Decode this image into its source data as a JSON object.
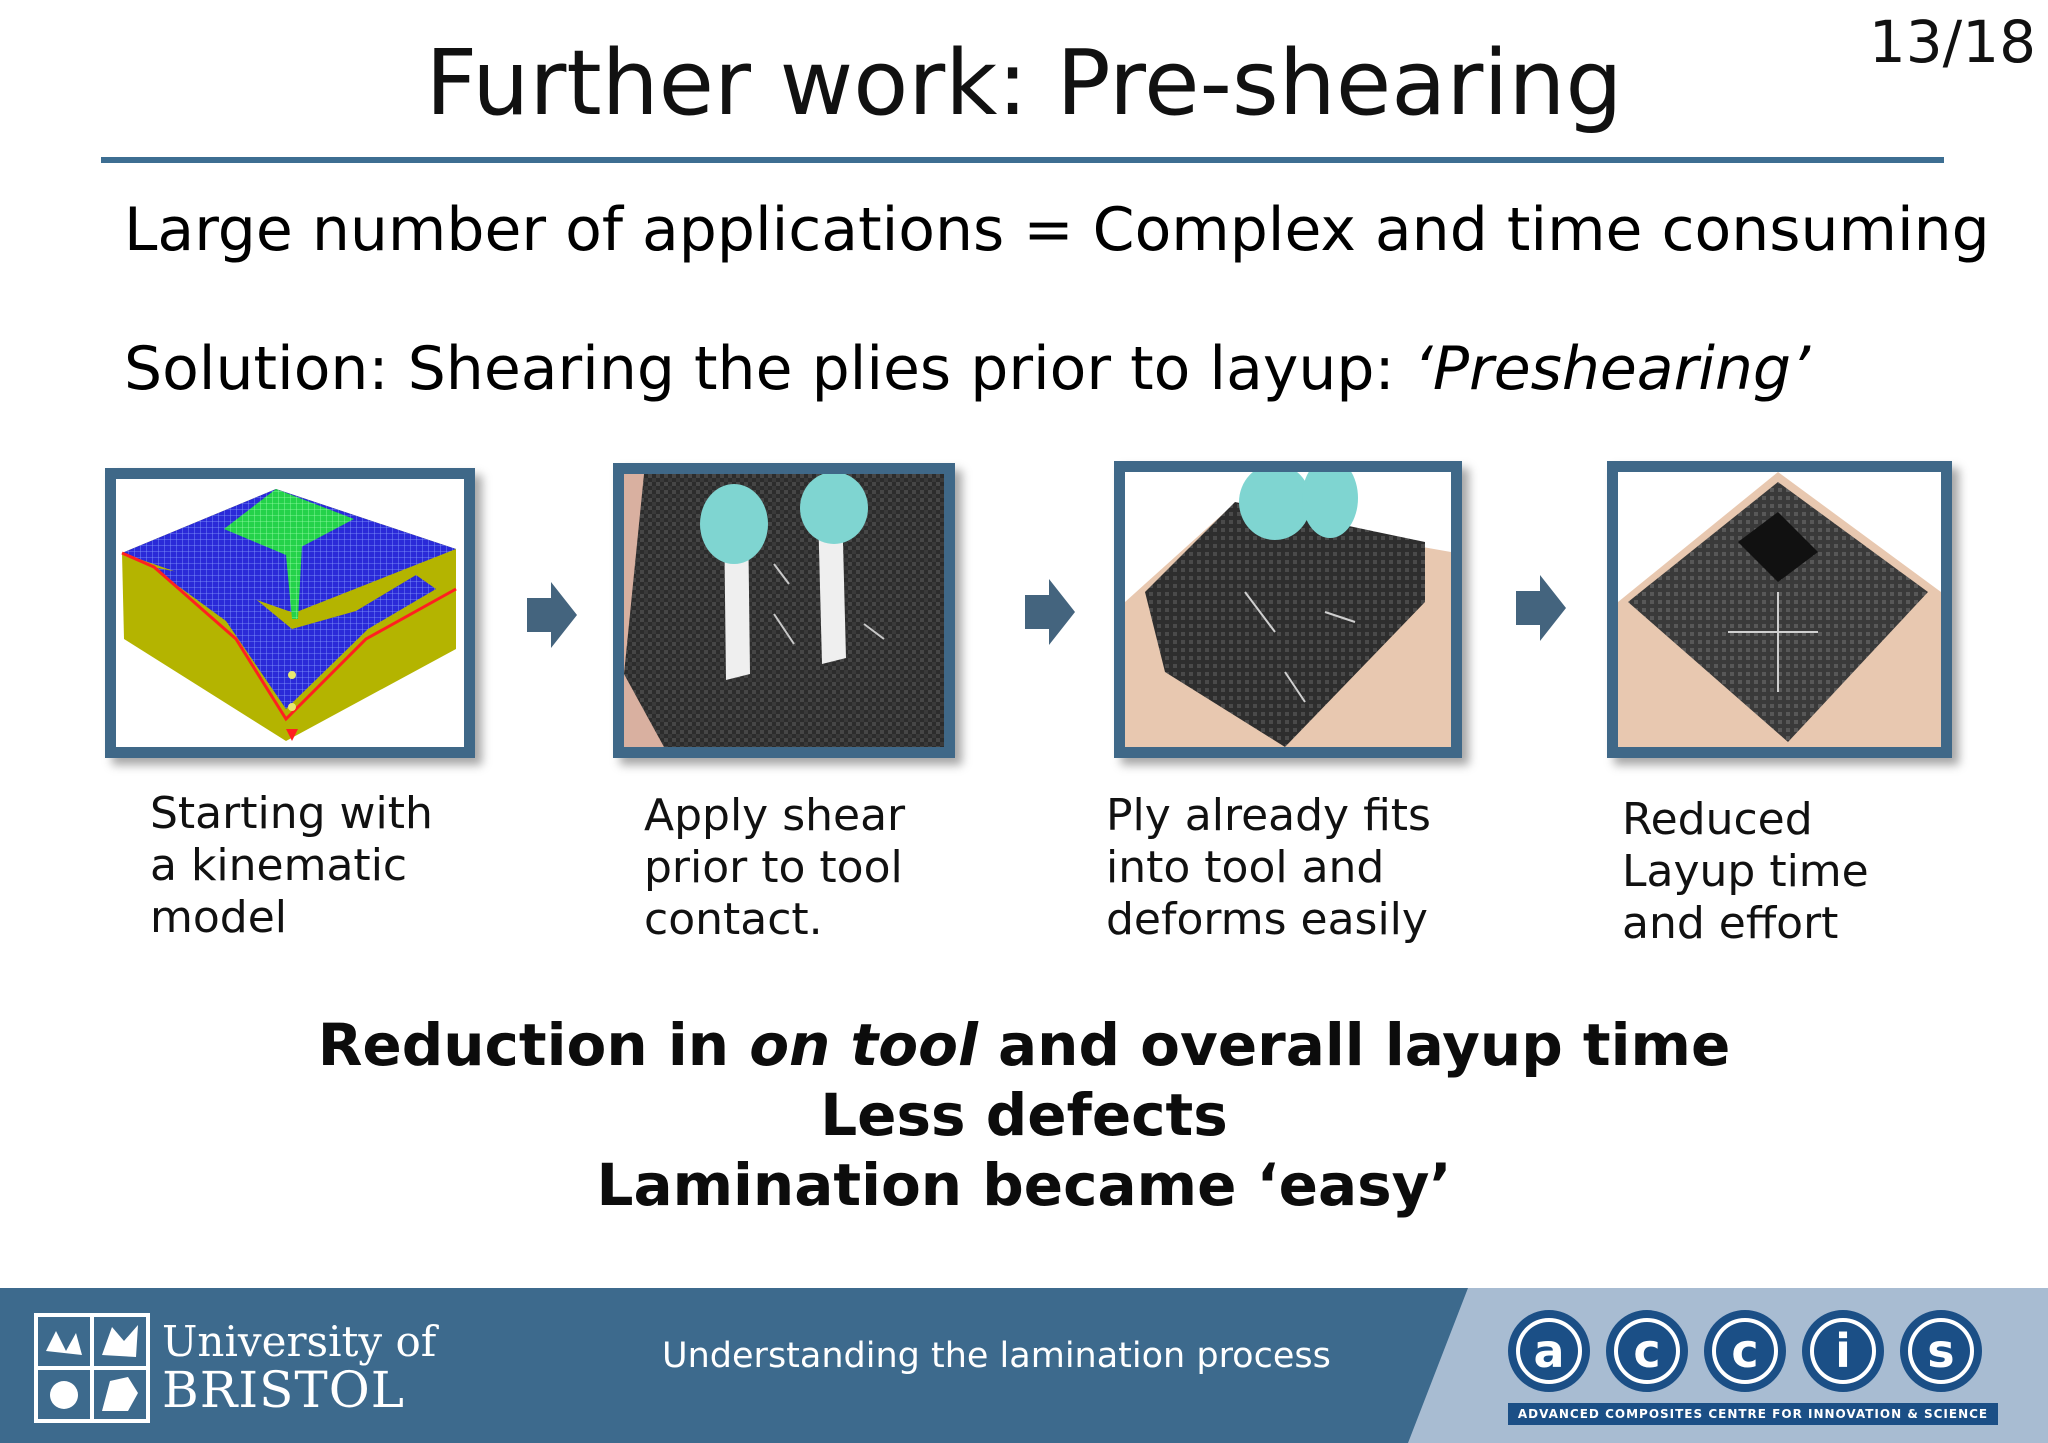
{
  "slide": {
    "title": "Further work: Pre-shearing",
    "page_number": "13/18"
  },
  "intro": {
    "line1": "Large number of applications = Complex and time consuming",
    "line2_prefix": "Solution: Shearing the plies prior to layup: ",
    "line2_emphasis": "‘Preshearing’"
  },
  "steps": [
    {
      "image_icon": "kinematic-model-drape-image",
      "caption_lines": [
        "Starting with",
        "a kinematic",
        "model"
      ]
    },
    {
      "image_icon": "hands-shearing-ply-image",
      "caption_lines": [
        "Apply shear",
        "prior to tool",
        "contact."
      ]
    },
    {
      "image_icon": "ply-on-tool-image",
      "caption_lines": [
        "Ply already fits",
        "into tool and",
        "deforms easily"
      ]
    },
    {
      "image_icon": "finished-layup-image",
      "caption_lines": [
        "Reduced",
        "Layup time",
        "and effort"
      ]
    }
  ],
  "arrow_icon": "right-arrow-icon",
  "conclusions": {
    "line1_prefix": "Reduction in ",
    "line1_emphasis": "on tool",
    "line1_suffix": " and overall layup time",
    "line2": "Less defects",
    "line3": "Lamination became ‘easy’"
  },
  "footer": {
    "university_line1": "University of",
    "university_line2": "BRISTOL",
    "center_text": "Understanding the lamination process",
    "accis_letters": [
      "a",
      "c",
      "c",
      "i",
      "s"
    ],
    "accis_banner": "ADVANCED COMPOSITES CENTRE FOR INNOVATION & SCIENCE"
  },
  "colors": {
    "rule": "#3d6e92",
    "frame": "#3f6888",
    "footer_bg": "#3d6a8d",
    "footer_right_bg": "#a8bcd2",
    "accis_blue": "#1b4f86"
  }
}
